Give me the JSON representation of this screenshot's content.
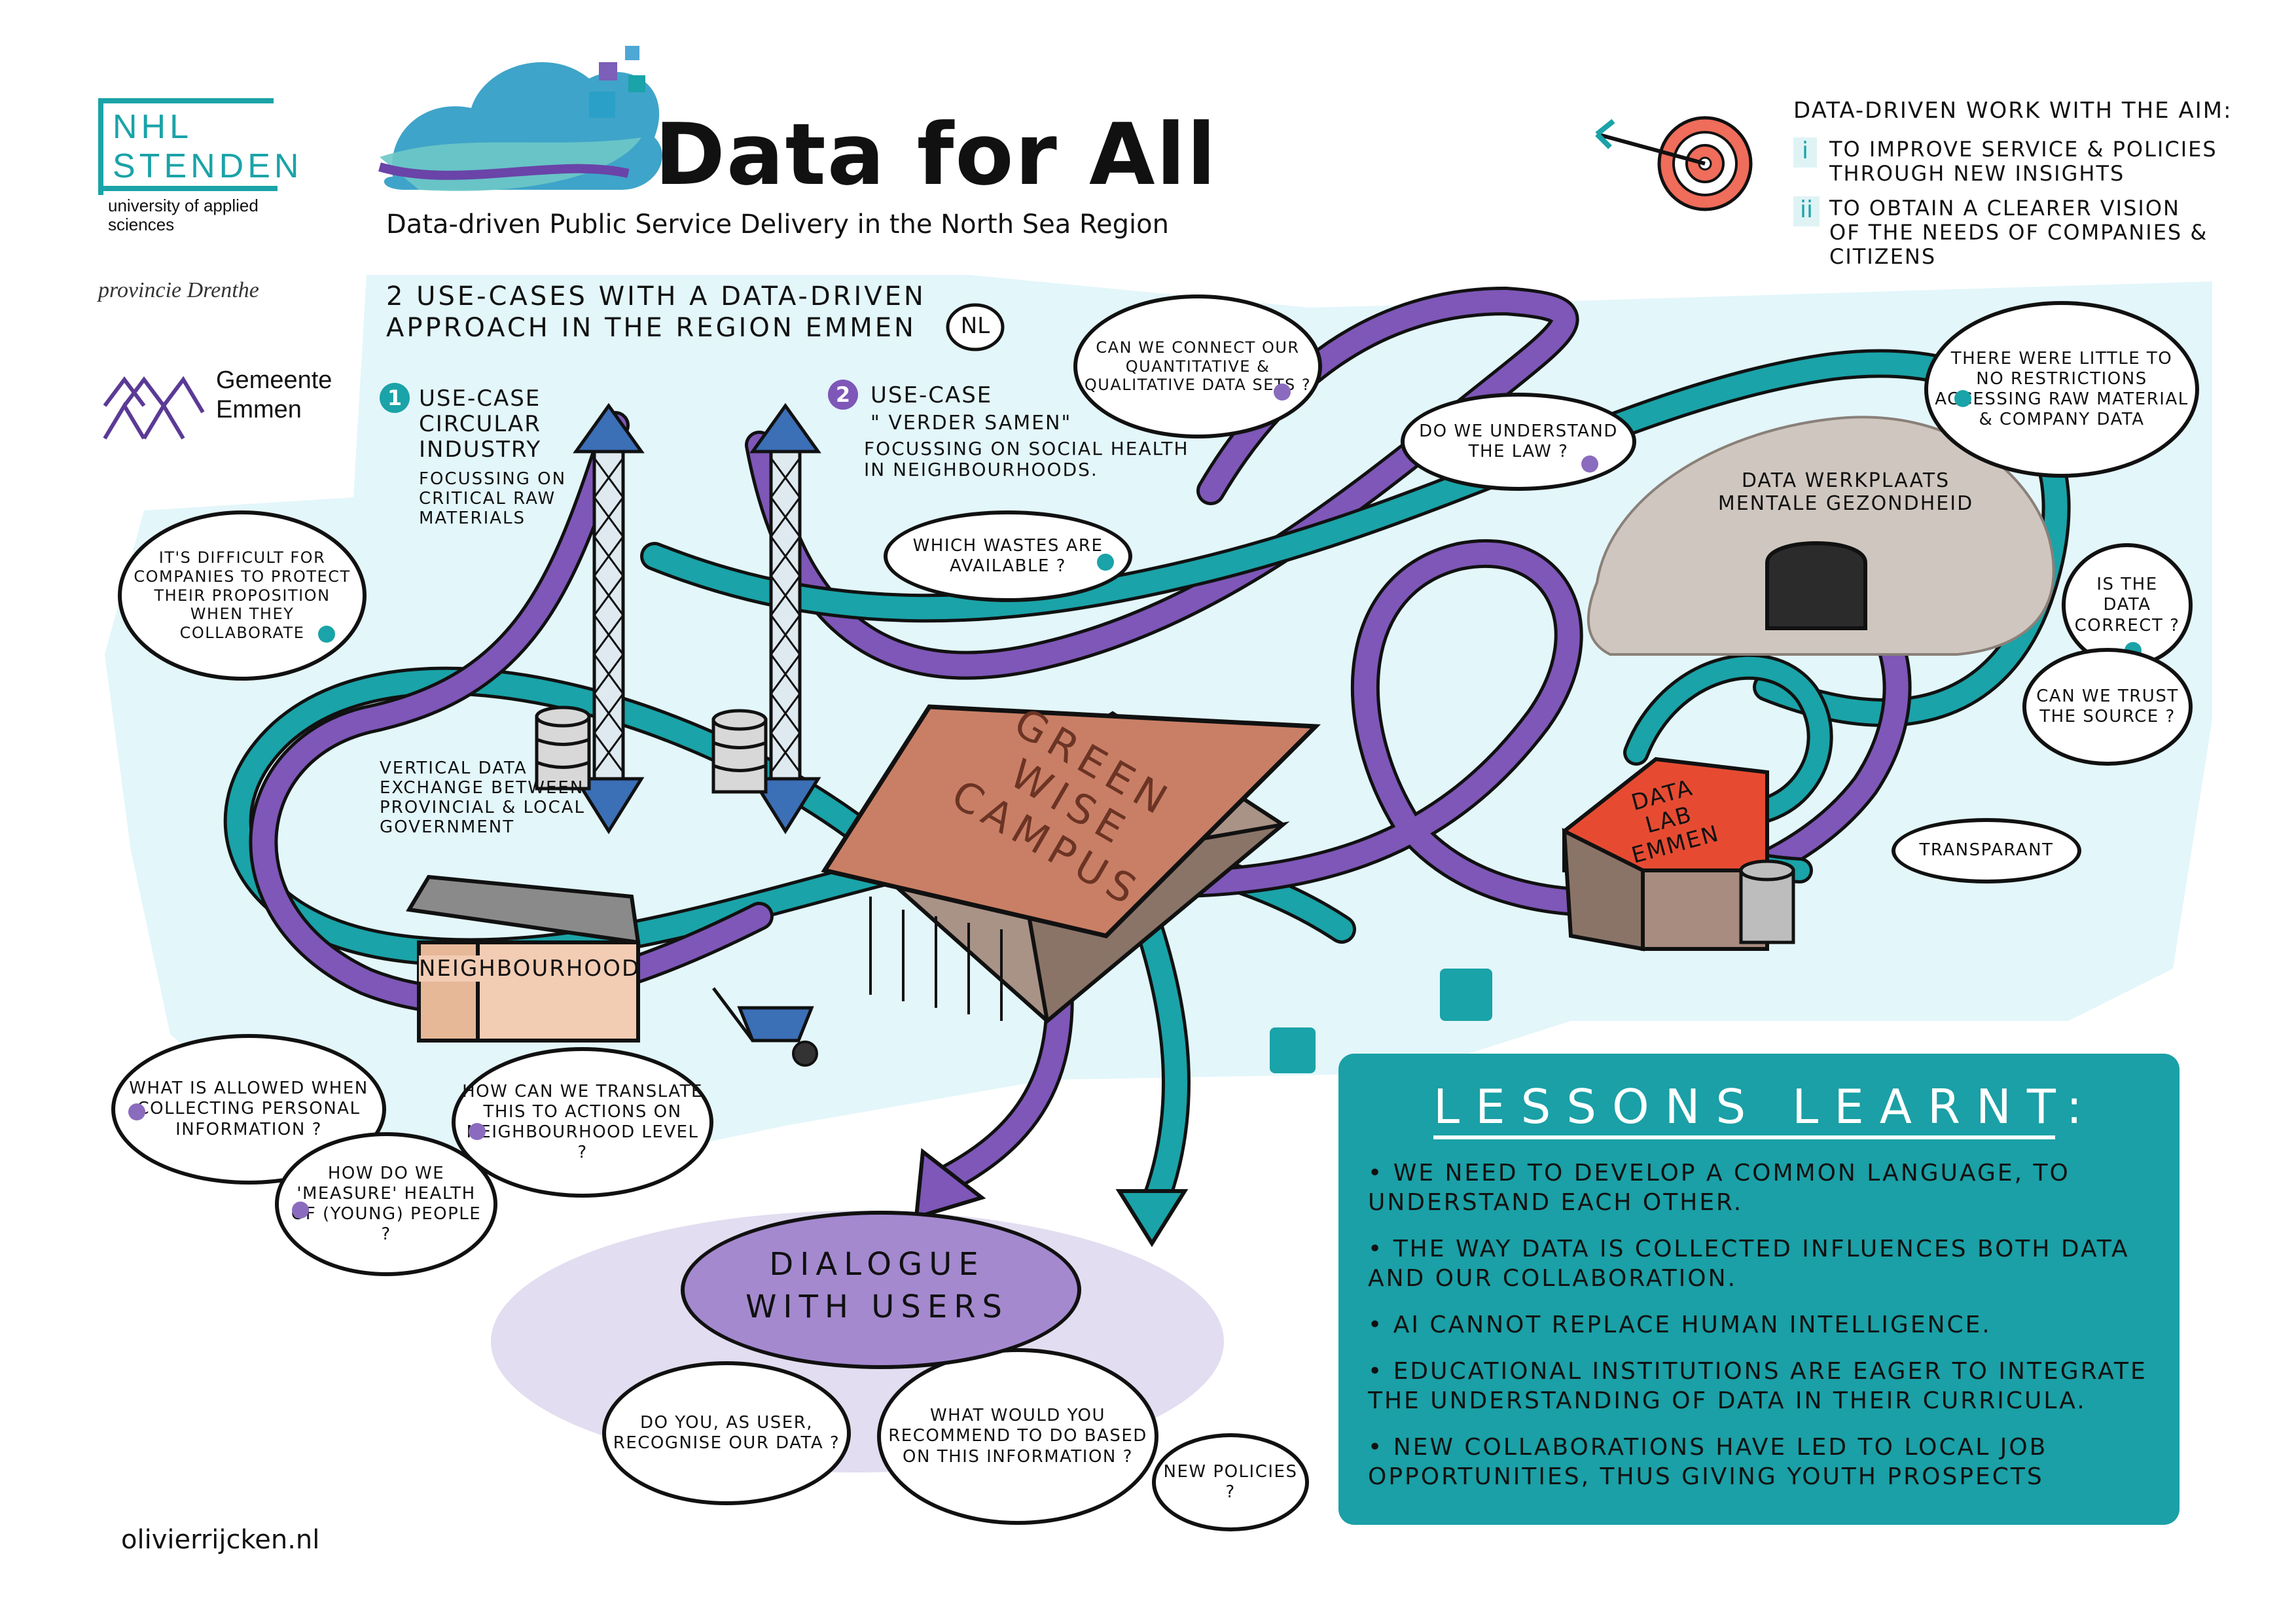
{
  "colors": {
    "teal": "#1aa3a8",
    "purple": "#7e57b8",
    "sky": "#e3f6fa",
    "barn_roof": "#c97f66",
    "target_red": "#ef6d5a",
    "lessons_bg": "#1aa0a6"
  },
  "header": {
    "logo_nhl_line1": "NHL",
    "logo_nhl_line2": "STENDEN",
    "logo_nhl_sub": "university of applied sciences",
    "logo_drenthe": "provincie Drenthe",
    "logo_emmen_line1": "Gemeente",
    "logo_emmen_line2": "Emmen",
    "title": "Data for All",
    "subtitle": "Data-driven Public Service Delivery in the North Sea Region"
  },
  "aim": {
    "heading": "DATA-DRIVEN WORK WITH THE AIM:",
    "item1_num": "i",
    "item1": "TO IMPROVE SERVICE & POLICIES THROUGH NEW INSIGHTS",
    "item2_num": "ii",
    "item2": "TO OBTAIN A CLEARER VISION OF THE NEEDS OF COMPANIES & CITIZENS"
  },
  "usecases": {
    "intro_line1": "2 USE-CASES WITH A DATA-DRIVEN",
    "intro_line2": "APPROACH IN THE REGION EMMEN",
    "country": "NL",
    "uc1_num": "1",
    "uc1_title": "USE-CASE CIRCULAR INDUSTRY",
    "uc1_desc": "FOCUSSING ON CRITICAL RAW MATERIALS",
    "uc2_num": "2",
    "uc2_title": "USE-CASE",
    "uc2_name": "\" VERDER SAMEN\"",
    "uc2_desc": "FOCUSSING ON SOCIAL HEALTH IN NEIGHBOURHOODS.",
    "vertical_exchange": "VERTICAL DATA EXCHANGE BETWEEN PROVINCIAL & LOCAL GOVERNMENT"
  },
  "buildings": {
    "campus": "GREEN WISE CAMPUS",
    "datalab": "DATA LAB EMMEN",
    "neighbourhood": "NEIGHBOURHOOD",
    "werkplaats": "DATA WERKPLAATS MENTALE GEZONDHEID"
  },
  "bubbles": {
    "difficult": "IT'S DIFFICULT FOR COMPANIES TO PROTECT THEIR PROPOSITION WHEN THEY COLLABORATE",
    "connect": "CAN WE CONNECT OUR QUANTITATIVE & QUALITATIVE DATA SETS ?",
    "law": "DO WE UNDERSTAND THE LAW ?",
    "wastes": "WHICH WASTES ARE AVAILABLE ?",
    "restrictions": "THERE WERE LITTLE TO NO RESTRICTIONS ACCESSING RAW MATERIAL & COMPANY DATA",
    "correct": "IS THE DATA CORRECT ?",
    "trust": "CAN WE TRUST THE SOURCE ?",
    "transparant": "TRANSPARANT",
    "allowed": "WHAT IS ALLOWED WHEN COLLECTING PERSONAL INFORMATION ?",
    "translate": "HOW CAN WE TRANSLATE THIS TO ACTIONS ON NEIGHBOURHOOD LEVEL ?",
    "measure": "HOW DO WE 'MEASURE' HEALTH OF (YOUNG) PEOPLE ?",
    "recognise": "DO YOU, AS USER, RECOGNISE OUR DATA ?",
    "recommend": "WHAT WOULD YOU RECOMMEND TO DO BASED ON THIS INFORMATION ?",
    "policies": "NEW POLICIES ?"
  },
  "dialogue": {
    "line1": "DIALOGUE",
    "line2": "WITH USERS"
  },
  "lessons": {
    "heading": "LESSONS LEARNT:",
    "items": [
      "WE NEED TO DEVELOP A COMMON LANGUAGE, TO UNDERSTAND EACH OTHER.",
      "THE WAY DATA IS COLLECTED INFLUENCES BOTH DATA AND OUR COLLABORATION.",
      "AI CANNOT REPLACE HUMAN INTELLIGENCE.",
      "EDUCATIONAL INSTITUTIONS ARE EAGER TO INTEGRATE THE UNDERSTANDING OF DATA IN THEIR CURRICULA.",
      "NEW COLLABORATIONS HAVE LED TO LOCAL JOB OPPORTUNITIES, THUS GIVING YOUTH PROSPECTS"
    ]
  },
  "footer": {
    "credit": "olivierrijcken.nl"
  }
}
